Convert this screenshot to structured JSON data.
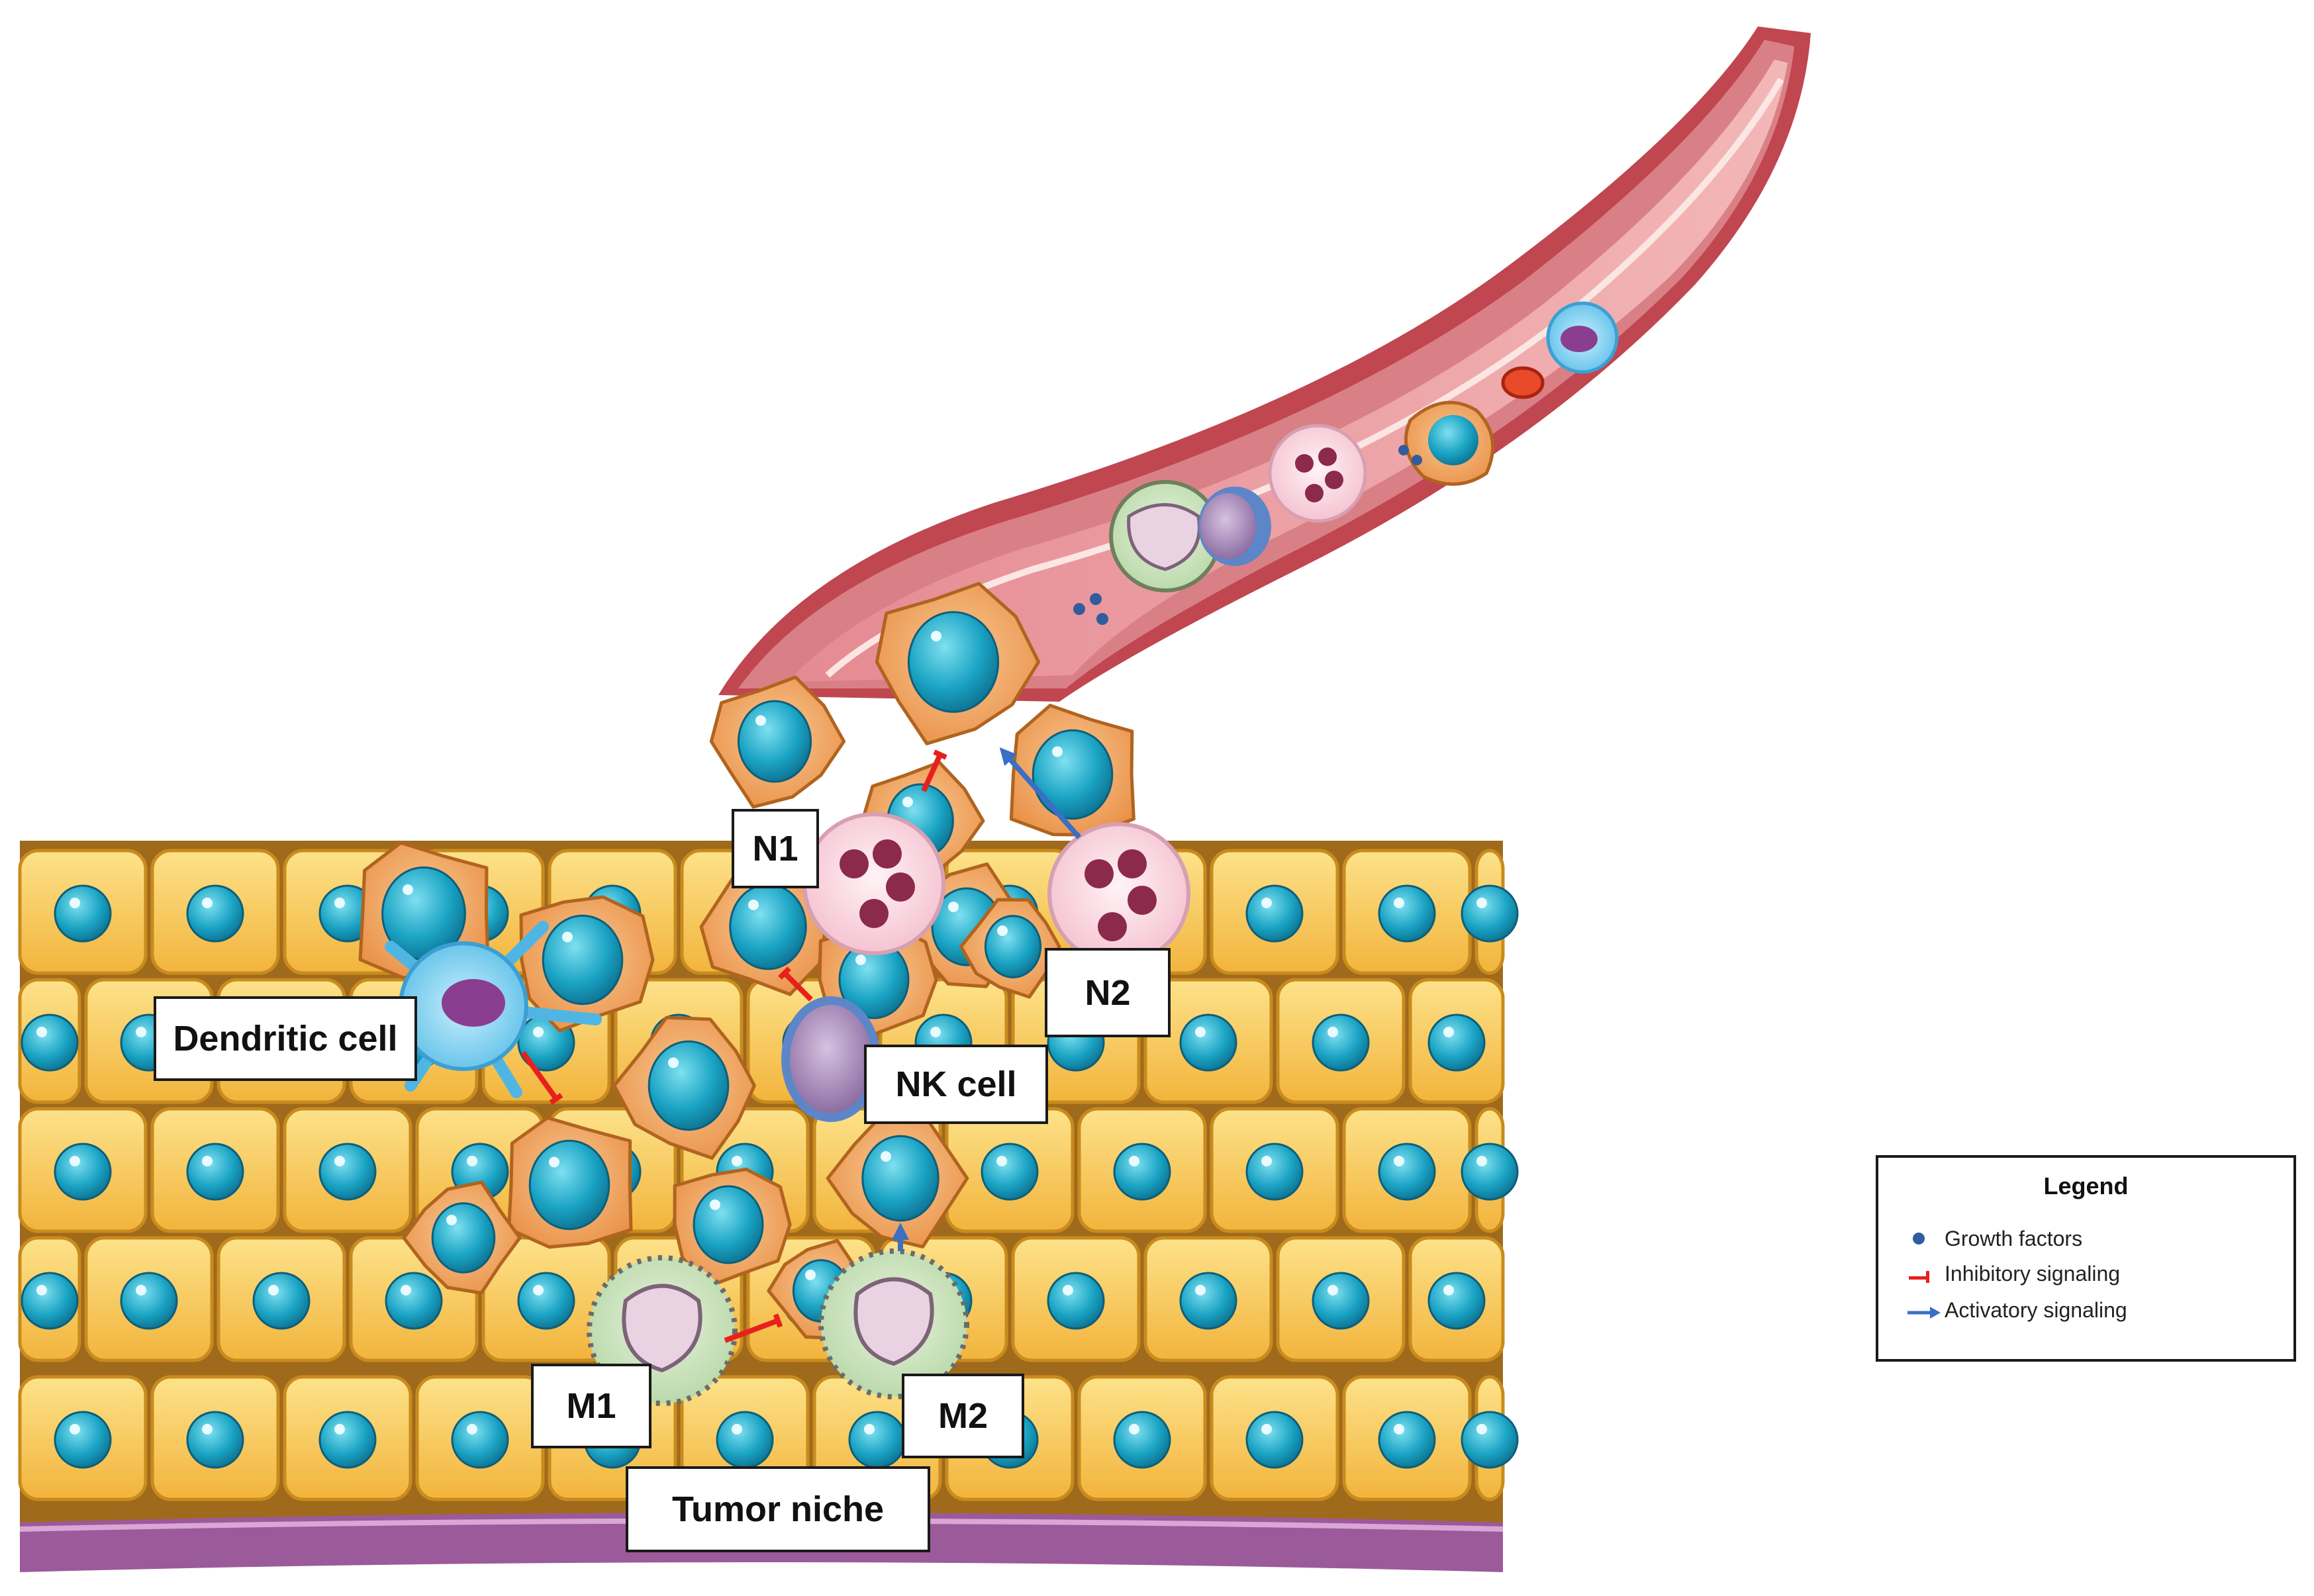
{
  "labels": {
    "n1": "N1",
    "n2": "N2",
    "dendritic_cell": "Dendritic cell",
    "nk_cell": "NK cell",
    "m1": "M1",
    "m2": "M2",
    "tumor_niche": "Tumor niche"
  },
  "legend": {
    "title": "Legend",
    "items": [
      {
        "symbol": "growth-factor-dot",
        "label": "Growth factors"
      },
      {
        "symbol": "inhibitory-arrow",
        "label": "Inhibitory signaling"
      },
      {
        "symbol": "activatory-arrow",
        "label": "Activatory signaling"
      }
    ]
  },
  "colors": {
    "inhibitory": "#e8201b",
    "activatory": "#3a6fc4",
    "growth_factor": "#2f5d9e",
    "healthy_cell": "#f7c455",
    "tumor_cell": "#f0a35a",
    "nucleus": "#1e9fbf",
    "vessel": "#c84f58",
    "basement": "#9b5a9a"
  }
}
